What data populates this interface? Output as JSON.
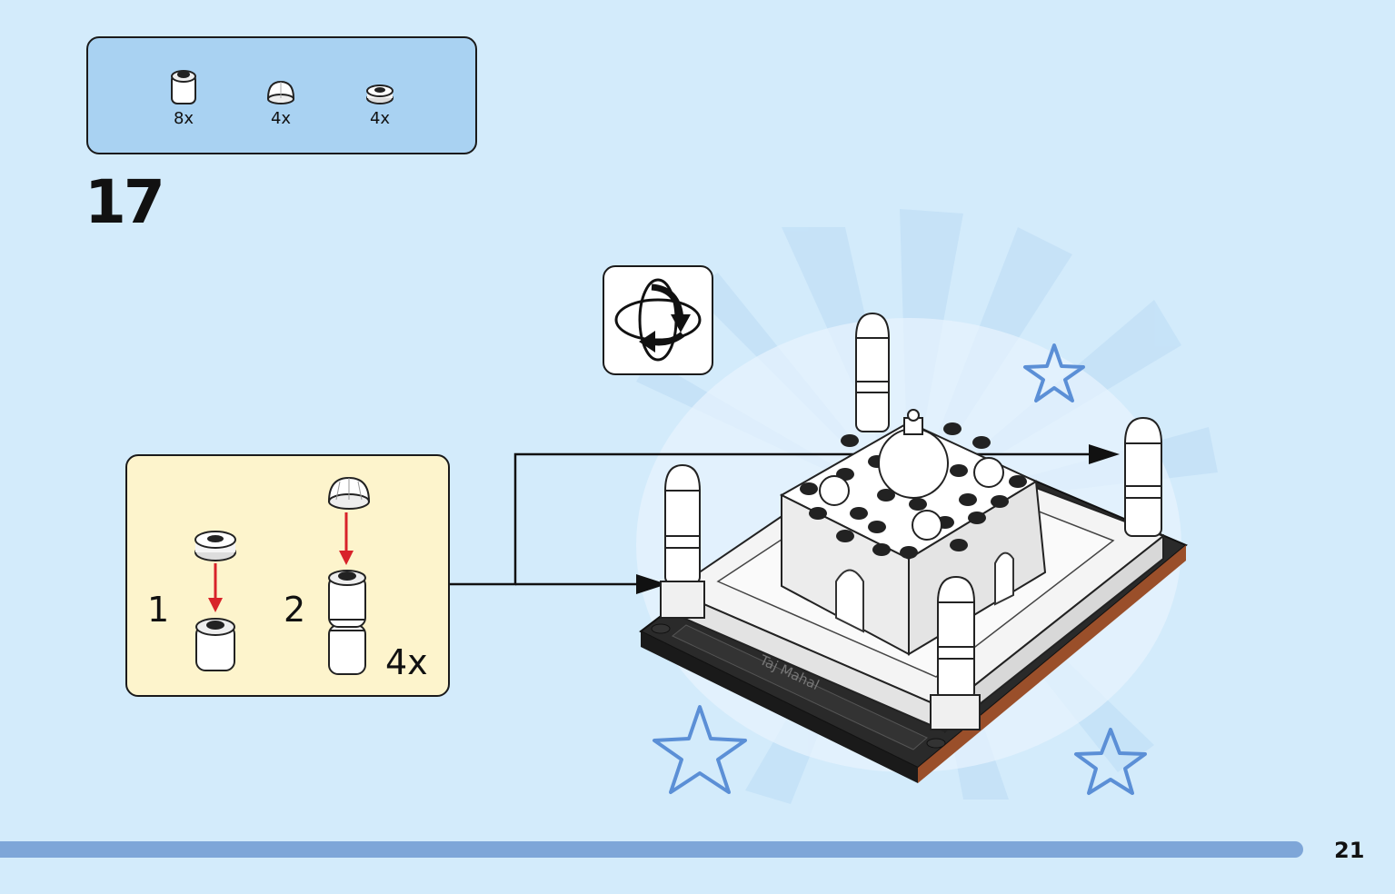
{
  "parts_list": [
    {
      "name": "round-brick-1x1",
      "quantity": "8x"
    },
    {
      "name": "dome-1x1",
      "quantity": "4x"
    },
    {
      "name": "round-plate-1x1",
      "quantity": "4x"
    }
  ],
  "step": {
    "number": "17"
  },
  "sub_assembly": {
    "steps": [
      {
        "number": "1"
      },
      {
        "number": "2"
      }
    ],
    "quantity": "4x"
  },
  "model": {
    "plaque_text": "Taj Mahal"
  },
  "page": {
    "number": "21"
  },
  "colors": {
    "background": "#d3ebfb",
    "parts_box": "#a9d2f2",
    "sub_box": "#fdf4cc",
    "progress": "#7ea6d8",
    "arrow_red": "#d8232a",
    "star": "#5b8fd6"
  }
}
